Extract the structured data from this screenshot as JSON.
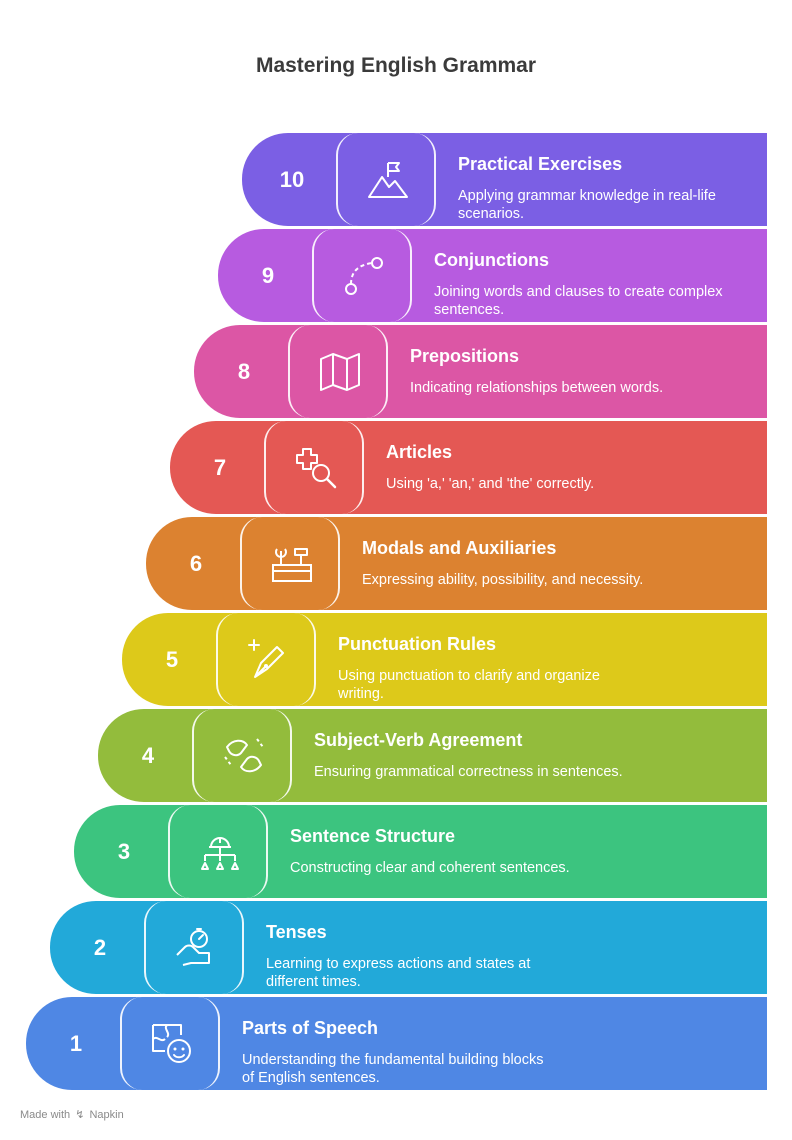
{
  "title": "Mastering English Grammar",
  "steps": [
    {
      "number": "10",
      "title": "Practical Exercises",
      "description": "Applying grammar knowledge in real-life scenarios.",
      "color": "#7B5FE4",
      "icon": "mountain-flag-icon"
    },
    {
      "number": "9",
      "title": "Conjunctions",
      "description": "Joining words and clauses to create complex sentences.",
      "color": "#B75BE0",
      "icon": "path-connection-icon"
    },
    {
      "number": "8",
      "title": "Prepositions",
      "description": "Indicating relationships between words.",
      "color": "#DC56A5",
      "icon": "map-icon"
    },
    {
      "number": "7",
      "title": "Articles",
      "description": "Using 'a,' 'an,' and 'the' correctly.",
      "color": "#E45854",
      "icon": "plus-search-icon"
    },
    {
      "number": "6",
      "title": "Modals and Auxiliaries",
      "description": "Expressing ability, possibility, and necessity.",
      "color": "#DC8230",
      "icon": "toolbox-icon"
    },
    {
      "number": "5",
      "title": "Punctuation Rules",
      "description": "Using punctuation to clarify and organize writing.",
      "color": "#DDC91A",
      "icon": "pen-nib-icon"
    },
    {
      "number": "4",
      "title": "Subject-Verb Agreement",
      "description": "Ensuring grammatical correctness in sentences.",
      "color": "#93BC3C",
      "icon": "handshake-puzzle-icon"
    },
    {
      "number": "3",
      "title": "Sentence Structure",
      "description": "Constructing clear and coherent sentences.",
      "color": "#3CC47F",
      "icon": "hierarchy-helmet-icon"
    },
    {
      "number": "2",
      "title": "Tenses",
      "description": "Learning to express actions and states at different times.",
      "color": "#22A9D9",
      "icon": "hand-stopwatch-icon"
    },
    {
      "number": "1",
      "title": "Parts of Speech",
      "description": "Understanding the fundamental building blocks of English sentences.",
      "color": "#4F87E4",
      "icon": "puzzle-face-icon"
    }
  ],
  "footer": {
    "made_with": "Made with",
    "brand": "Napkin"
  }
}
